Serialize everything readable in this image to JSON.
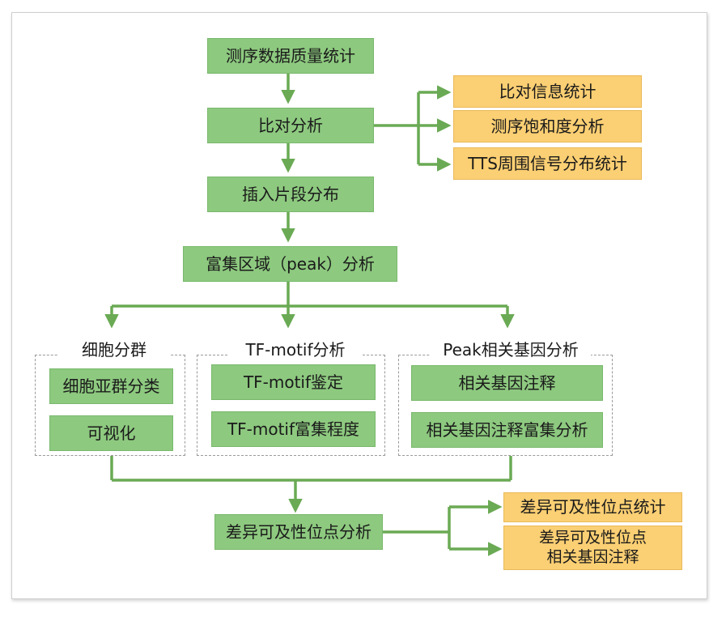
{
  "nodes": {
    "seq_quality": "测序数据质量统计",
    "alignment": "比对分析",
    "insert_size": "插入片段分布",
    "peak": "富集区域（peak）分析",
    "diff_sites": "差异可及性位点分析"
  },
  "alignment_outputs": [
    "比对信息统计",
    "测序饱和度分析",
    "TTS周围信号分布统计"
  ],
  "groups": [
    {
      "title": "细胞分群",
      "items": [
        "细胞亚群分类",
        "可视化"
      ]
    },
    {
      "title": "TF-motif分析",
      "items": [
        "TF-motif鉴定",
        "TF-motif富集程度"
      ]
    },
    {
      "title": "Peak相关基因分析",
      "items": [
        "相关基因注释",
        "相关基因注释富集分析"
      ]
    }
  ],
  "diff_outputs": [
    "差异可及性位点统计",
    "差异可及性位点\n相关基因注释"
  ],
  "colors": {
    "process": "#8dc97f",
    "output": "#fbcf73",
    "arrow": "#6aaa54"
  }
}
